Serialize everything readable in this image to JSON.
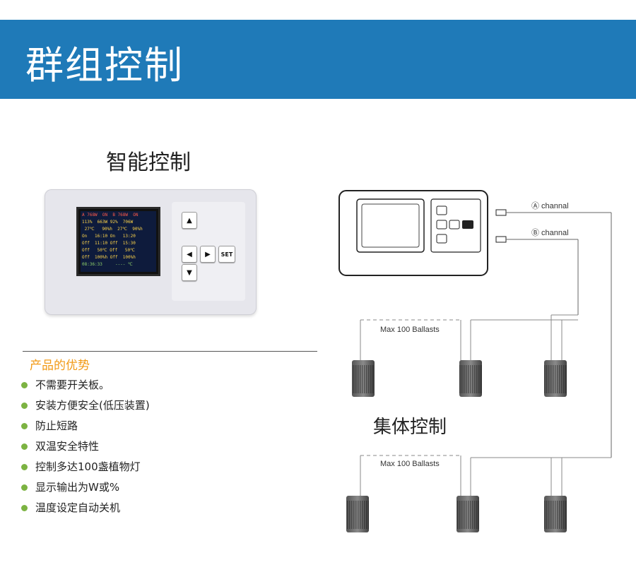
{
  "header": {
    "title": "群组控制"
  },
  "left": {
    "section_title": "智能控制",
    "device": {
      "screen_lines": [
        "A 768W  ON  B 768W  ON",
        "113%  663W 92%  706W",
        " 27℃   90%h  27℃  90%h",
        "On   16:10 On   13:20",
        "Off  11:10 Off  15:30",
        "Off   50℃ Off   50℃",
        "Off  100%h Off  100%h",
        "08:36:33     ---- ℃"
      ],
      "keys": {
        "up": "▲",
        "down": "▼",
        "left": "◀",
        "right": "▶",
        "set": "SET"
      }
    },
    "advantages_title": "产品的优势",
    "features": [
      "不需要开关板。",
      "安装方便安全(低压装置)",
      "防止短路",
      "双温安全特性",
      "控制多达100盏植物灯",
      "显示输出为W或%",
      "温度设定自动关机"
    ],
    "colors": {
      "accent": "#f29a16",
      "bullet": "#7cb342",
      "banner": "#1f7ab8"
    }
  },
  "right": {
    "channel_a": "Ⓐ channal",
    "channel_b": "Ⓑ channal",
    "max_label_top": "Max 100 Ballasts",
    "max_label_bottom": "Max 100 Ballasts",
    "group_title": "集体控制"
  }
}
